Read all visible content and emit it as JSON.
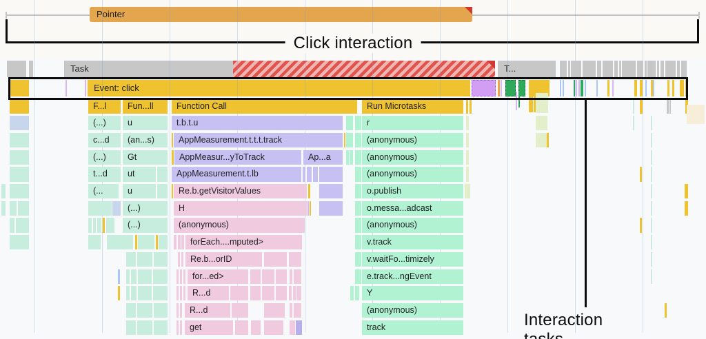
{
  "annotations": {
    "click_interaction": "Click interaction",
    "interaction_tasks": "Interaction tasks"
  },
  "interactions": {
    "pointer_label": "Pointer"
  },
  "task_track": {
    "task_label": "Task",
    "task2_label": "T...",
    "segments": [
      [
        812,
        10
      ],
      [
        824,
        3
      ],
      [
        828,
        15
      ],
      [
        845,
        19
      ],
      [
        866,
        6
      ],
      [
        874,
        15
      ],
      [
        891,
        5
      ],
      [
        898,
        3
      ],
      [
        902,
        20
      ],
      [
        924,
        9
      ],
      [
        935,
        3
      ],
      [
        939,
        12
      ],
      [
        953,
        3
      ],
      [
        958,
        5
      ],
      [
        965,
        15
      ],
      [
        982,
        4
      ],
      [
        988,
        8
      ]
    ]
  },
  "event_track": {
    "label": "Event: click",
    "left_block": [
      14,
      28
    ],
    "pre_ticks": [
      [
        95,
        2,
        "lav"
      ],
      [
        123,
        2,
        "lav"
      ]
    ],
    "ticks": [
      [
        684,
        35,
        "evPurple"
      ],
      [
        722,
        3,
        "orange"
      ],
      [
        726,
        2,
        "lav"
      ],
      [
        733,
        15,
        "evGreen"
      ],
      [
        752,
        10,
        "evGreen"
      ],
      [
        767,
        30,
        "yellow"
      ],
      [
        812,
        2,
        "btick"
      ],
      [
        816,
        2,
        "btick"
      ],
      [
        832,
        2,
        "evGreenS"
      ],
      [
        835,
        2,
        "lav"
      ],
      [
        839,
        2,
        "lav"
      ],
      [
        842,
        4,
        "evGreenS"
      ],
      [
        848,
        2,
        "btick"
      ],
      [
        865,
        2,
        "btick"
      ],
      [
        881,
        3,
        "yellow"
      ],
      [
        888,
        2,
        "lav"
      ],
      [
        920,
        4,
        "yellow"
      ],
      [
        928,
        4,
        "yellow"
      ],
      [
        936,
        2,
        "btick"
      ],
      [
        944,
        3,
        "yellow"
      ],
      [
        947,
        2,
        "btick"
      ],
      [
        968,
        3,
        "yellow"
      ],
      [
        975,
        3,
        "yellow"
      ],
      [
        986,
        6,
        "yellow"
      ],
      [
        994,
        3,
        "yellow"
      ]
    ]
  },
  "colors": {
    "yellow": "#efc32f",
    "purple": "#c6c1f2",
    "pink": "#f0cade",
    "mint": "#c6eddd",
    "mint2": "#b0f2d1",
    "blue": "#c7d5ed",
    "lgreen": "#e3efca",
    "evPurple": "#d29ef3",
    "evGreen": "#2fa95c",
    "evGreenS": "#2fa95c",
    "orange": "#f0a44c",
    "lav": "#d9b7f5",
    "btick": "#a9c7f7",
    "gray": "#c7c7c7",
    "beige": "#f6eed9",
    "dash": "#cdeae2",
    "pillPurple": "#b5b0ec",
    "stripeA": "#e0544d",
    "stripeB": "#efb6b2",
    "triangle": "#cf3a30"
  },
  "gridlines": [
    50,
    148,
    246,
    344,
    442,
    540,
    638,
    736,
    834,
    932
  ],
  "flame": {
    "row_y0": 143.5,
    "row_pitch": 24.7,
    "row_h": 21.3,
    "blocks": [
      [
        0,
        14,
        28,
        "yellow",
        ""
      ],
      [
        0,
        128,
        47,
        "yellow",
        "F...l"
      ],
      [
        0,
        178,
        65,
        "yellow",
        "Fun...ll"
      ],
      [
        0,
        249,
        269,
        "yellow",
        "Function Call"
      ],
      [
        0,
        525,
        147,
        "yellow",
        "Run Microtasks"
      ],
      [
        0,
        676,
        3,
        "yellow",
        ""
      ],
      [
        0,
        681,
        3,
        "yellow",
        ""
      ],
      [
        0,
        918,
        2,
        "dash",
        ""
      ],
      [
        0,
        928,
        4,
        "yellow",
        ""
      ],
      [
        0,
        967,
        3,
        "gray",
        ""
      ],
      [
        0,
        971,
        2,
        "gray",
        ""
      ],
      [
        0,
        994,
        4,
        "yellow",
        ""
      ],
      [
        1,
        14,
        28,
        "blue",
        ""
      ],
      [
        1,
        128,
        47,
        "mint",
        "(...)"
      ],
      [
        1,
        178,
        65,
        "mint",
        "u"
      ],
      [
        1,
        249,
        248,
        "purple",
        "t.b.t.u"
      ],
      [
        1,
        502,
        10,
        "mint2",
        ""
      ],
      [
        1,
        515,
        9,
        "mint2",
        ""
      ],
      [
        1,
        525,
        147,
        "mint2",
        "r"
      ],
      [
        1,
        676,
        4,
        "lgreen",
        ""
      ],
      [
        1,
        777,
        17,
        "lgreen",
        ""
      ],
      [
        1,
        918,
        2,
        "dash",
        ""
      ],
      [
        1,
        944,
        2,
        "dash",
        ""
      ],
      [
        2,
        14,
        28,
        "mint",
        ""
      ],
      [
        2,
        128,
        47,
        "mint",
        "c...d"
      ],
      [
        2,
        178,
        65,
        "mint",
        "(an...s)"
      ],
      [
        2,
        249,
        2,
        "yellow",
        ""
      ],
      [
        2,
        252,
        245,
        "purple",
        "AppMeasurement.t.t.t.track"
      ],
      [
        2,
        499,
        2,
        "yellow",
        ""
      ],
      [
        2,
        502,
        10,
        "mint2",
        ""
      ],
      [
        2,
        515,
        9,
        "mint2",
        ""
      ],
      [
        2,
        525,
        147,
        "mint2",
        "(anonymous)"
      ],
      [
        2,
        676,
        4,
        "lgreen",
        ""
      ],
      [
        2,
        777,
        16,
        "lgreen",
        ""
      ],
      [
        2,
        793,
        3,
        "yellow",
        ""
      ],
      [
        2,
        944,
        2,
        "dash",
        ""
      ],
      [
        3,
        14,
        28,
        "mint",
        ""
      ],
      [
        3,
        128,
        47,
        "mint",
        "(...)"
      ],
      [
        3,
        178,
        65,
        "mint",
        "Gt"
      ],
      [
        3,
        249,
        3,
        "yellow",
        ""
      ],
      [
        3,
        253,
        184,
        "purple",
        "AppMeasur...yToTrack"
      ],
      [
        3,
        440,
        57,
        "purple",
        "Ap...a"
      ],
      [
        3,
        502,
        4,
        "mint2",
        ""
      ],
      [
        3,
        507,
        5,
        "mint2",
        ""
      ],
      [
        3,
        515,
        9,
        "mint2",
        ""
      ],
      [
        3,
        525,
        147,
        "mint2",
        "(anonymous)"
      ],
      [
        3,
        676,
        4,
        "lgreen",
        ""
      ],
      [
        3,
        944,
        2,
        "dash",
        ""
      ],
      [
        4,
        14,
        28,
        "mint",
        ""
      ],
      [
        4,
        128,
        47,
        "mint",
        "t...d"
      ],
      [
        4,
        178,
        48,
        "mint",
        "ut"
      ],
      [
        4,
        228,
        15,
        "mint",
        ""
      ],
      [
        4,
        249,
        188,
        "purple",
        "AppMeasurement.t.lb"
      ],
      [
        4,
        439,
        4,
        "purple",
        ""
      ],
      [
        4,
        445,
        7,
        "purple",
        ""
      ],
      [
        4,
        454,
        7,
        "purple",
        ""
      ],
      [
        4,
        463,
        34,
        "purple",
        ""
      ],
      [
        4,
        515,
        9,
        "mint2",
        ""
      ],
      [
        4,
        525,
        147,
        "mint2",
        "(anonymous)"
      ],
      [
        4,
        676,
        4,
        "lgreen",
        ""
      ],
      [
        4,
        928,
        3,
        "yellow",
        ""
      ],
      [
        4,
        944,
        2,
        "dash",
        ""
      ],
      [
        5,
        2,
        6,
        "mint",
        ""
      ],
      [
        5,
        14,
        28,
        "mint",
        ""
      ],
      [
        5,
        128,
        44,
        "mint",
        "(..."
      ],
      [
        5,
        178,
        48,
        "mint",
        "u"
      ],
      [
        5,
        228,
        15,
        "mint",
        ""
      ],
      [
        5,
        249,
        2,
        "yellow",
        ""
      ],
      [
        5,
        252,
        193,
        "pink",
        "Re.b.getVisitorValues"
      ],
      [
        5,
        447,
        3,
        "yellow",
        ""
      ],
      [
        5,
        463,
        34,
        "purple",
        ""
      ],
      [
        5,
        515,
        9,
        "mint2",
        ""
      ],
      [
        5,
        525,
        147,
        "mint2",
        "o.publish"
      ],
      [
        5,
        674,
        8,
        "lgreen",
        ""
      ],
      [
        5,
        944,
        2,
        "dash",
        ""
      ],
      [
        5,
        993,
        5,
        "yellow",
        ""
      ],
      [
        6,
        2,
        6,
        "mint",
        ""
      ],
      [
        6,
        14,
        10,
        "mint",
        ""
      ],
      [
        6,
        26,
        16,
        "mint",
        ""
      ],
      [
        6,
        128,
        34,
        "mint",
        ""
      ],
      [
        6,
        163,
        12,
        "blue",
        ""
      ],
      [
        6,
        178,
        65,
        "mint",
        "(...)"
      ],
      [
        6,
        252,
        193,
        "pink",
        "H"
      ],
      [
        6,
        446,
        2,
        "lav",
        ""
      ],
      [
        6,
        449,
        2,
        "yellow",
        ""
      ],
      [
        6,
        463,
        34,
        "purple",
        ""
      ],
      [
        6,
        515,
        9,
        "mint2",
        ""
      ],
      [
        6,
        525,
        147,
        "mint2",
        "o.messa...adcast"
      ],
      [
        6,
        944,
        2,
        "dash",
        ""
      ],
      [
        6,
        993,
        5,
        "yellow",
        ""
      ],
      [
        7,
        14,
        7,
        "mint",
        ""
      ],
      [
        7,
        23,
        19,
        "mint",
        ""
      ],
      [
        7,
        128,
        5,
        "mint",
        ""
      ],
      [
        7,
        135,
        4,
        "mint",
        ""
      ],
      [
        7,
        141,
        6,
        "mint",
        ""
      ],
      [
        7,
        149,
        3,
        "yellow",
        ""
      ],
      [
        7,
        154,
        12,
        "mint",
        ""
      ],
      [
        7,
        178,
        65,
        "mint",
        "(...)"
      ],
      [
        7,
        252,
        190,
        "pink",
        "(anonymous)"
      ],
      [
        7,
        515,
        9,
        "mint2",
        ""
      ],
      [
        7,
        525,
        147,
        "mint2",
        "(anonymous)"
      ],
      [
        7,
        928,
        3,
        "yellow",
        ""
      ],
      [
        7,
        944,
        2,
        "dash",
        ""
      ],
      [
        8,
        14,
        28,
        "mint",
        ""
      ],
      [
        8,
        128,
        18,
        "mint",
        ""
      ],
      [
        8,
        155,
        38,
        "mint",
        ""
      ],
      [
        8,
        196,
        3,
        "yellow",
        ""
      ],
      [
        8,
        200,
        24,
        "mint",
        ""
      ],
      [
        8,
        226,
        3,
        "yellow",
        ""
      ],
      [
        8,
        230,
        13,
        "mint",
        ""
      ],
      [
        8,
        252,
        4,
        "pink",
        ""
      ],
      [
        8,
        258,
        4,
        "pink",
        ""
      ],
      [
        8,
        263,
        4,
        "pink",
        ""
      ],
      [
        8,
        269,
        169,
        "pink",
        "forEach....mputed>"
      ],
      [
        8,
        515,
        9,
        "mint2",
        ""
      ],
      [
        8,
        525,
        147,
        "mint2",
        "v.track"
      ],
      [
        8,
        944,
        2,
        "dash",
        ""
      ],
      [
        9,
        183,
        14,
        "mint",
        ""
      ],
      [
        9,
        199,
        22,
        "mint",
        ""
      ],
      [
        9,
        223,
        20,
        "mint",
        ""
      ],
      [
        9,
        258,
        3,
        "pink",
        ""
      ],
      [
        9,
        263,
        3,
        "pink",
        ""
      ],
      [
        9,
        269,
        111,
        "pink",
        "Re.b...orID"
      ],
      [
        9,
        383,
        33,
        "pink",
        ""
      ],
      [
        9,
        419,
        18,
        "pink",
        ""
      ],
      [
        9,
        515,
        9,
        "mint2",
        ""
      ],
      [
        9,
        525,
        147,
        "mint2",
        "v.waitFo...timizely"
      ],
      [
        9,
        944,
        2,
        "dash",
        ""
      ],
      [
        10,
        171,
        3,
        "btick",
        ""
      ],
      [
        10,
        183,
        5,
        "mint",
        ""
      ],
      [
        10,
        190,
        8,
        "mint",
        ""
      ],
      [
        10,
        200,
        20,
        "mint",
        ""
      ],
      [
        10,
        222,
        21,
        "mint",
        ""
      ],
      [
        10,
        256,
        3,
        "pink",
        ""
      ],
      [
        10,
        261,
        3,
        "pink",
        ""
      ],
      [
        10,
        266,
        3,
        "pink",
        ""
      ],
      [
        10,
        272,
        88,
        "pink",
        "for...ed>"
      ],
      [
        10,
        363,
        15,
        "pink",
        ""
      ],
      [
        10,
        380,
        18,
        "pink",
        ""
      ],
      [
        10,
        400,
        16,
        "pink",
        ""
      ],
      [
        10,
        420,
        4,
        "pink",
        ""
      ],
      [
        10,
        426,
        11,
        "pink",
        ""
      ],
      [
        10,
        515,
        9,
        "mint2",
        ""
      ],
      [
        10,
        525,
        147,
        "mint2",
        "e.track...ngEvent"
      ],
      [
        10,
        944,
        2,
        "dash",
        ""
      ],
      [
        11,
        171,
        3,
        "yellow",
        ""
      ],
      [
        11,
        183,
        5,
        "mint",
        ""
      ],
      [
        11,
        190,
        8,
        "mint",
        ""
      ],
      [
        11,
        200,
        20,
        "mint",
        ""
      ],
      [
        11,
        222,
        21,
        "mint",
        ""
      ],
      [
        11,
        256,
        3,
        "pink",
        ""
      ],
      [
        11,
        261,
        3,
        "pink",
        ""
      ],
      [
        11,
        266,
        3,
        "pink",
        ""
      ],
      [
        11,
        272,
        60,
        "pink",
        "R...d"
      ],
      [
        11,
        334,
        26,
        "pink",
        ""
      ],
      [
        11,
        363,
        15,
        "pink",
        ""
      ],
      [
        11,
        380,
        18,
        "pink",
        ""
      ],
      [
        11,
        400,
        16,
        "pink",
        ""
      ],
      [
        11,
        419,
        4,
        "pink",
        ""
      ],
      [
        11,
        425,
        4,
        "pink",
        ""
      ],
      [
        11,
        430,
        7,
        "pink",
        ""
      ],
      [
        11,
        508,
        5,
        "mint2",
        ""
      ],
      [
        11,
        515,
        6,
        "mint2",
        ""
      ],
      [
        11,
        525,
        147,
        "mint2",
        "Y"
      ],
      [
        12,
        183,
        14,
        "mint",
        ""
      ],
      [
        12,
        199,
        22,
        "mint",
        ""
      ],
      [
        12,
        223,
        20,
        "mint",
        ""
      ],
      [
        12,
        256,
        3,
        "pink",
        ""
      ],
      [
        12,
        261,
        3,
        "pink",
        ""
      ],
      [
        12,
        268,
        66,
        "pink",
        "R...d"
      ],
      [
        12,
        336,
        24,
        "pink",
        ""
      ],
      [
        12,
        383,
        30,
        "pink",
        ""
      ],
      [
        12,
        420,
        4,
        "pink",
        ""
      ],
      [
        12,
        426,
        11,
        "pink",
        ""
      ],
      [
        12,
        525,
        147,
        "mint2",
        "(anonymous)"
      ],
      [
        12,
        964,
        3,
        "yellow",
        ""
      ],
      [
        13,
        183,
        14,
        "mint",
        ""
      ],
      [
        13,
        199,
        22,
        "mint",
        ""
      ],
      [
        13,
        223,
        20,
        "mint",
        ""
      ],
      [
        13,
        256,
        3,
        "pink",
        ""
      ],
      [
        13,
        261,
        3,
        "pink",
        ""
      ],
      [
        13,
        268,
        70,
        "pink",
        "get"
      ],
      [
        13,
        341,
        19,
        "pink",
        ""
      ],
      [
        13,
        364,
        14,
        "pink",
        ""
      ],
      [
        13,
        383,
        28,
        "pink",
        ""
      ],
      [
        13,
        420,
        8,
        "pink",
        ""
      ],
      [
        13,
        429,
        9,
        "pillPurple",
        ""
      ],
      [
        13,
        525,
        147,
        "mint2",
        "track"
      ]
    ],
    "free_blocks": [
      [
        748,
        133,
        2,
        27,
        "lav"
      ],
      [
        752,
        133,
        2,
        23,
        "evGreenS"
      ],
      [
        767,
        135,
        6,
        28,
        "yellow"
      ],
      [
        774,
        135,
        3,
        28,
        "yellow"
      ],
      [
        777,
        135,
        18,
        29,
        "lgreen"
      ],
      [
        848,
        146,
        2,
        12,
        "evGreenS"
      ],
      [
        996,
        152,
        26,
        28,
        "beige"
      ]
    ]
  }
}
